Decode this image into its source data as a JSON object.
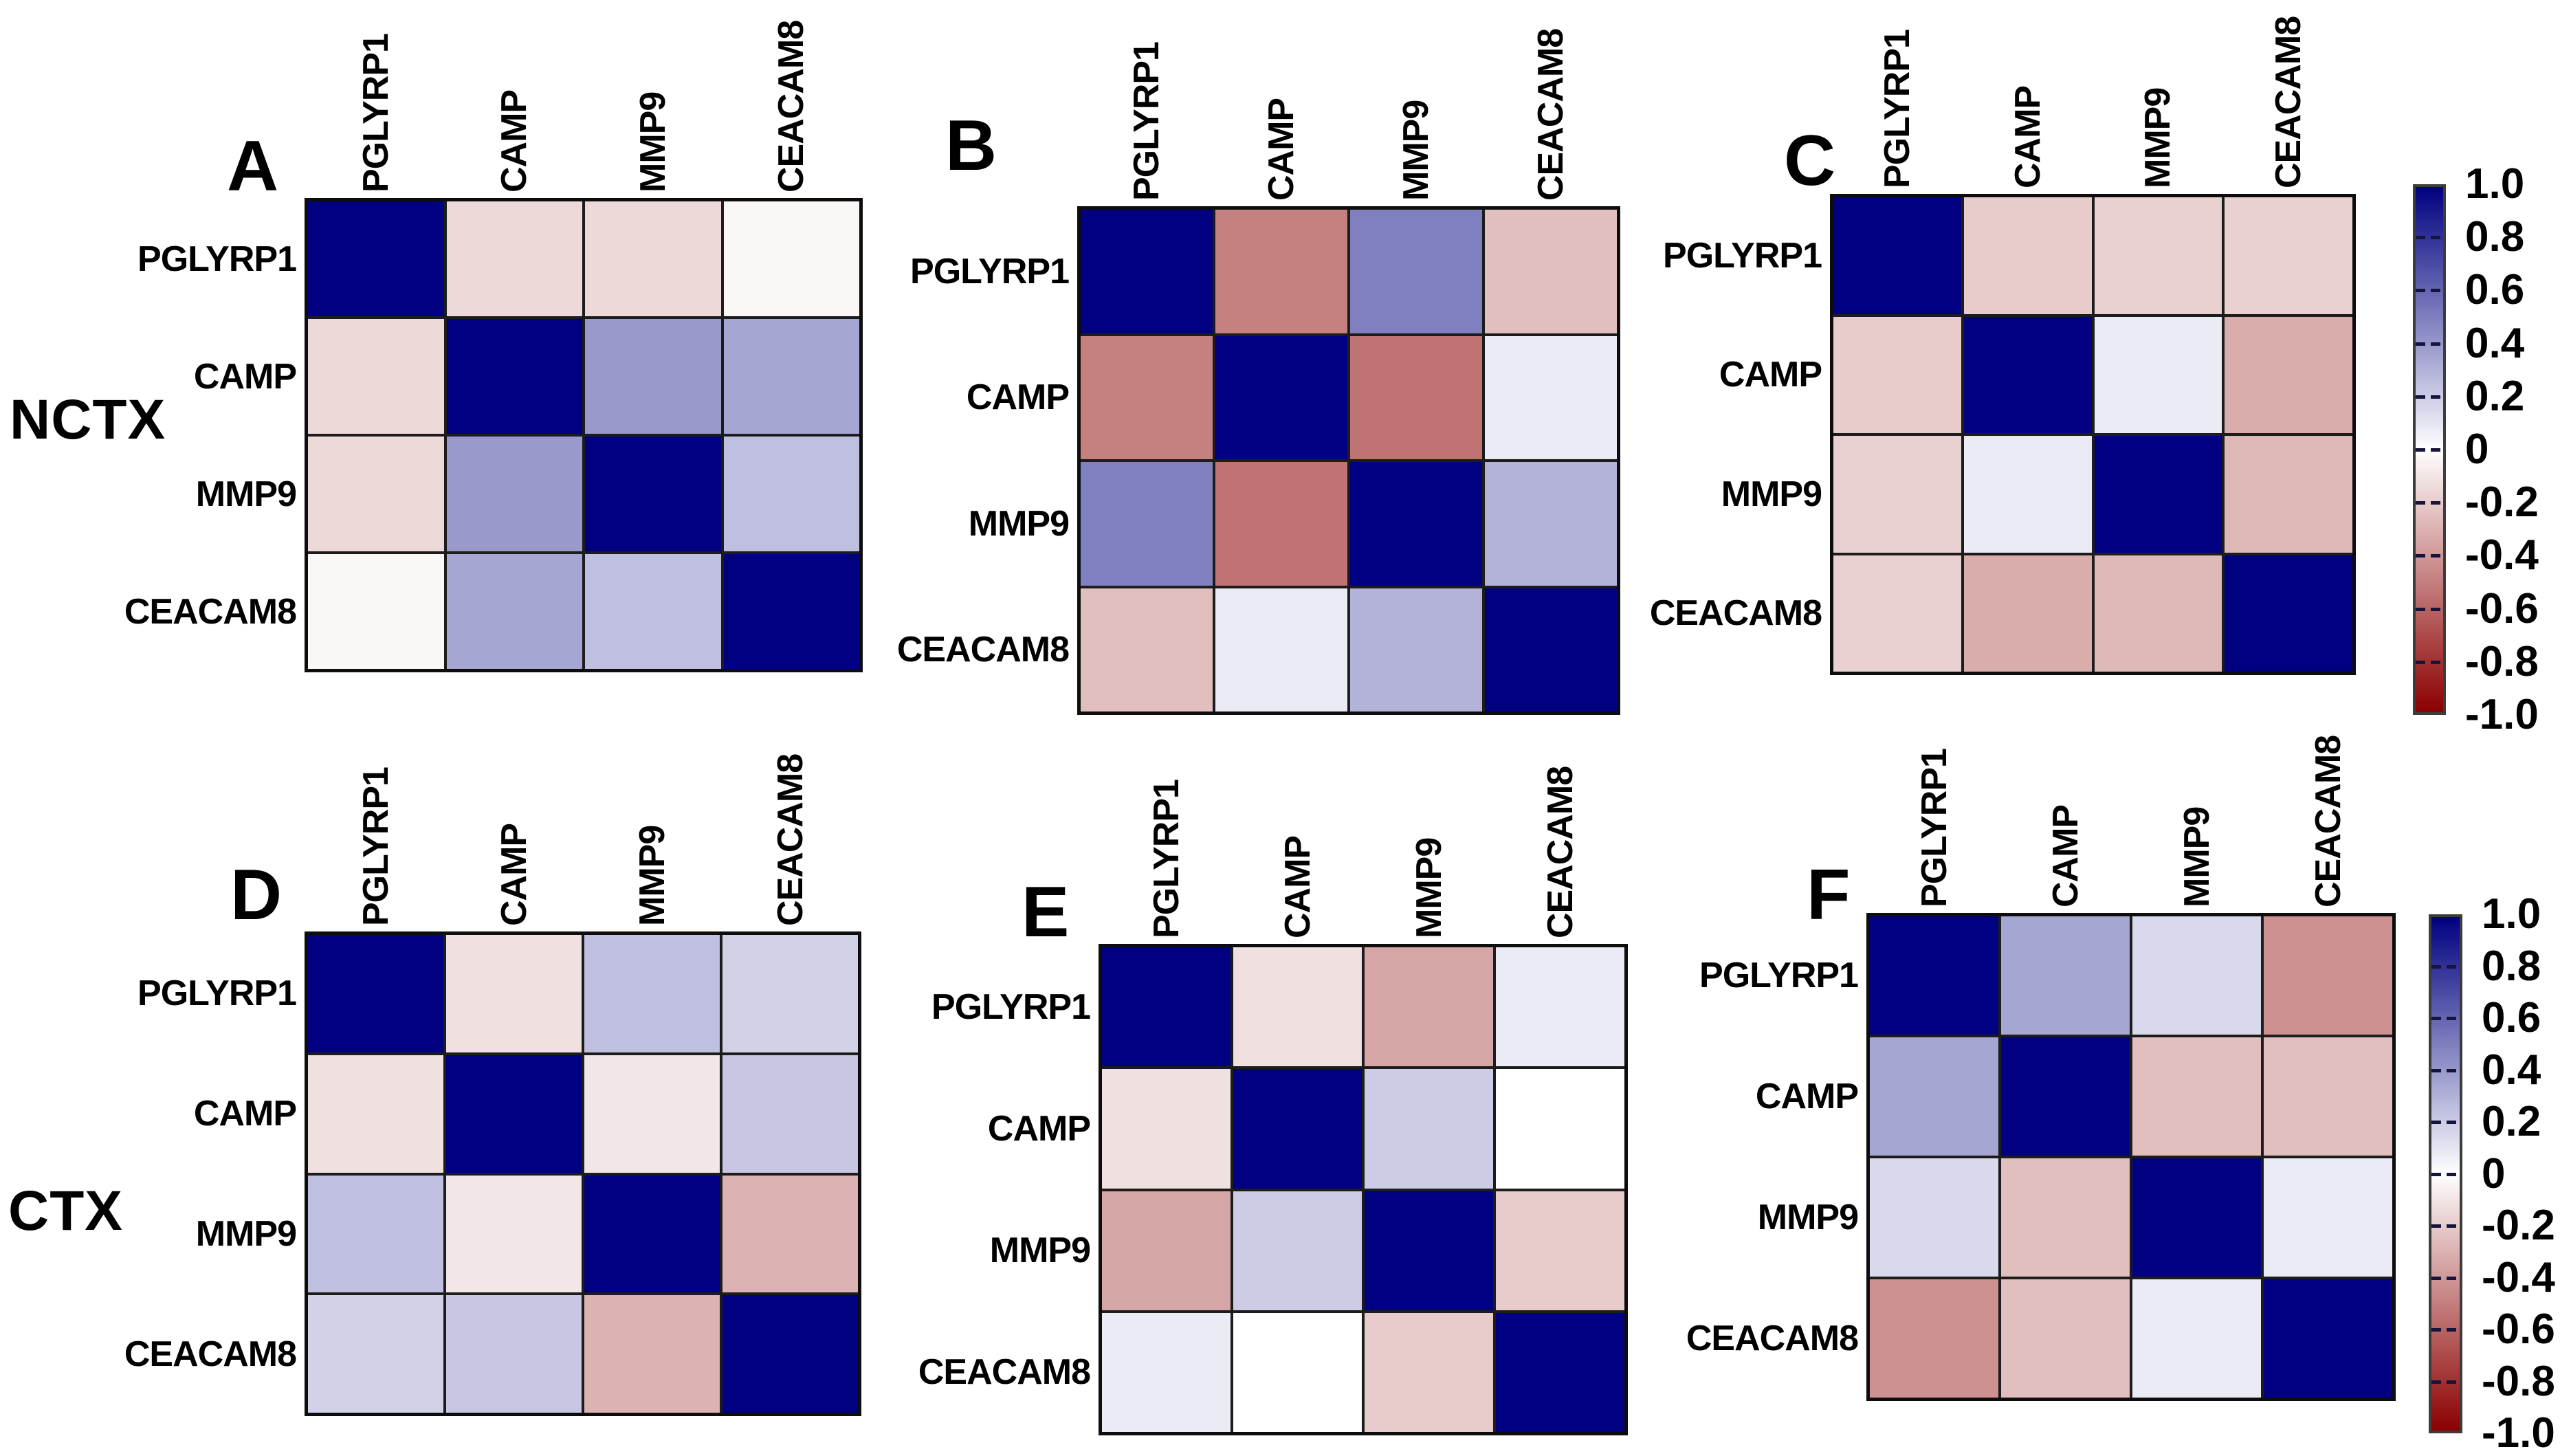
{
  "figure": {
    "row_labels": [
      "NCTX",
      "CTX"
    ],
    "genes": [
      "PGLYRP1",
      "CAMP",
      "MMP9",
      "CEACAM8"
    ],
    "colors": {
      "positive_end": "#000080",
      "midpoint": "#ffffff",
      "negative_end": "#8b0000",
      "grid_line": "#1c1c1c",
      "border": "#0d0d0d",
      "background": "#ffffff"
    }
  },
  "colorbar": {
    "max": 1.0,
    "min": -1.0,
    "tick_step": 0.2,
    "tick_labels": [
      "1.0",
      "0.8",
      "0.6",
      "0.4",
      "0.2",
      "0",
      "-0.2",
      "-0.4",
      "-0.6",
      "-0.8",
      "-1.0"
    ]
  },
  "chart_data": [
    {
      "type": "heatmap",
      "panel": "A",
      "group": "NCTX",
      "rows": [
        "PGLYRP1",
        "CAMP",
        "MMP9",
        "CEACAM8"
      ],
      "cols": [
        "PGLYRP1",
        "CAMP",
        "MMP9",
        "CEACAM8"
      ],
      "value_range": [
        -1,
        1
      ],
      "values": [
        [
          1.0,
          -0.15,
          -0.15,
          -0.03
        ],
        [
          -0.15,
          1.0,
          0.4,
          0.35
        ],
        [
          -0.15,
          0.4,
          1.0,
          0.25
        ],
        [
          -0.03,
          0.35,
          0.25,
          1.0
        ]
      ]
    },
    {
      "type": "heatmap",
      "panel": "B",
      "group": "NCTX",
      "rows": [
        "PGLYRP1",
        "CAMP",
        "MMP9",
        "CEACAM8"
      ],
      "cols": [
        "PGLYRP1",
        "CAMP",
        "MMP9",
        "CEACAM8"
      ],
      "value_range": [
        -1,
        1
      ],
      "values": [
        [
          1.0,
          -0.5,
          0.5,
          -0.25
        ],
        [
          -0.5,
          1.0,
          -0.55,
          0.08
        ],
        [
          0.5,
          -0.55,
          1.0,
          0.3
        ],
        [
          -0.25,
          0.08,
          0.3,
          1.0
        ]
      ]
    },
    {
      "type": "heatmap",
      "panel": "C",
      "group": "NCTX",
      "rows": [
        "PGLYRP1",
        "CAMP",
        "MMP9",
        "CEACAM8"
      ],
      "cols": [
        "PGLYRP1",
        "CAMP",
        "MMP9",
        "CEACAM8"
      ],
      "value_range": [
        -1,
        1
      ],
      "values": [
        [
          1.0,
          -0.2,
          -0.18,
          -0.18
        ],
        [
          -0.2,
          1.0,
          0.08,
          -0.32
        ],
        [
          -0.18,
          0.08,
          1.0,
          -0.28
        ],
        [
          -0.18,
          -0.32,
          -0.28,
          1.0
        ]
      ]
    },
    {
      "type": "heatmap",
      "panel": "D",
      "group": "CTX",
      "rows": [
        "PGLYRP1",
        "CAMP",
        "MMP9",
        "CEACAM8"
      ],
      "cols": [
        "PGLYRP1",
        "CAMP",
        "MMP9",
        "CEACAM8"
      ],
      "value_range": [
        -1,
        1
      ],
      "values": [
        [
          1.0,
          -0.12,
          0.25,
          0.18
        ],
        [
          -0.12,
          1.0,
          -0.1,
          0.22
        ],
        [
          0.25,
          -0.1,
          1.0,
          -0.3
        ],
        [
          0.18,
          0.22,
          -0.3,
          1.0
        ]
      ]
    },
    {
      "type": "heatmap",
      "panel": "E",
      "group": "CTX",
      "rows": [
        "PGLYRP1",
        "CAMP",
        "MMP9",
        "CEACAM8"
      ],
      "cols": [
        "PGLYRP1",
        "CAMP",
        "MMP9",
        "CEACAM8"
      ],
      "value_range": [
        -1,
        1
      ],
      "values": [
        [
          1.0,
          -0.12,
          -0.35,
          0.08
        ],
        [
          -0.12,
          1.0,
          0.2,
          0.0
        ],
        [
          -0.35,
          0.2,
          1.0,
          -0.2
        ],
        [
          0.08,
          0.0,
          -0.2,
          1.0
        ]
      ]
    },
    {
      "type": "heatmap",
      "panel": "F",
      "group": "CTX",
      "rows": [
        "PGLYRP1",
        "CAMP",
        "MMP9",
        "CEACAM8"
      ],
      "cols": [
        "PGLYRP1",
        "CAMP",
        "MMP9",
        "CEACAM8"
      ],
      "value_range": [
        -1,
        1
      ],
      "values": [
        [
          1.0,
          0.35,
          0.15,
          -0.43
        ],
        [
          0.35,
          1.0,
          -0.25,
          -0.25
        ],
        [
          0.15,
          -0.25,
          1.0,
          0.08
        ],
        [
          -0.43,
          -0.25,
          0.08,
          1.0
        ]
      ]
    }
  ]
}
